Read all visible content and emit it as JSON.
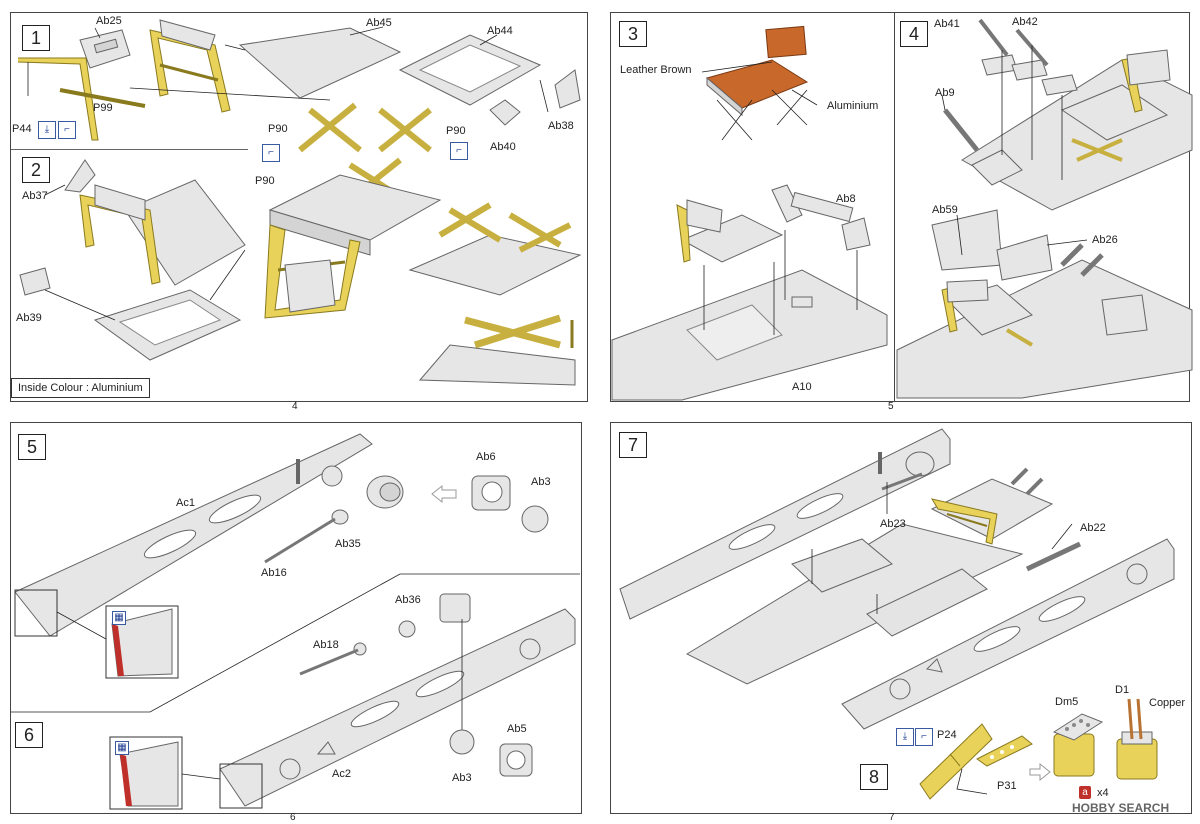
{
  "pages": {
    "p4": "4",
    "p5": "5",
    "p6": "6",
    "p7": "7"
  },
  "steps": {
    "s1": "1",
    "s2": "2",
    "s3": "3",
    "s4": "4",
    "s5": "5",
    "s6": "6",
    "s7": "7",
    "s8": "8"
  },
  "labels": {
    "ab25": "Ab25",
    "ab45": "Ab45",
    "ab44": "Ab44",
    "p99": "P99",
    "p44": "P44",
    "ab38": "Ab38",
    "ab40": "Ab40",
    "p90a": "P90",
    "p90b": "P90",
    "p90c": "P90",
    "ab37": "Ab37",
    "ab39": "Ab39",
    "leather": "Leather Brown",
    "alu": "Aluminium",
    "ab8": "Ab8",
    "a10": "A10",
    "ab41": "Ab41",
    "ab42": "Ab42",
    "ab9": "Ab9",
    "ab59": "Ab59",
    "ab26": "Ab26",
    "ac1": "Ac1",
    "ab6": "Ab6",
    "ab3a": "Ab3",
    "ab35": "Ab35",
    "ab16": "Ab16",
    "ab36": "Ab36",
    "ab18": "Ab18",
    "ab5": "Ab5",
    "ab3b": "Ab3",
    "ac2": "Ac2",
    "ab23": "Ab23",
    "ab22": "Ab22",
    "p24": "P24",
    "p31": "P31",
    "dm5": "Dm5",
    "d1": "D1",
    "copper": "Copper",
    "x4": "x4",
    "a_mark": "a"
  },
  "note_inside": "Inside Colour : Aluminium",
  "watermark": "HOBBY SEARCH",
  "colors": {
    "pe_yellow": "#e8d25a",
    "leather_brown": "#c8682a",
    "red_edge": "#c0302a"
  }
}
